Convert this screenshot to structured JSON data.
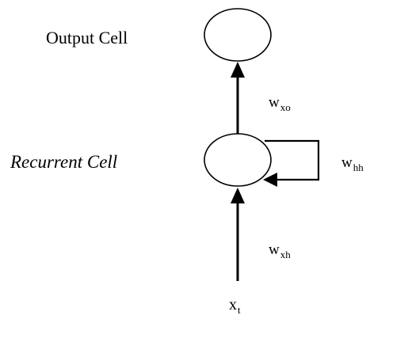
{
  "labels": {
    "output_cell": "Output Cell",
    "recurrent_cell": "Recurrent Cell"
  },
  "weights": {
    "output": {
      "base": "w",
      "sub": "xo"
    },
    "recurrent": {
      "base": "w",
      "sub": "hh"
    },
    "input": {
      "base": "w",
      "sub": "xh"
    }
  },
  "input": {
    "base": "x",
    "sub": "t"
  },
  "colors": {
    "stroke": "#000000",
    "background": "#ffffff"
  }
}
